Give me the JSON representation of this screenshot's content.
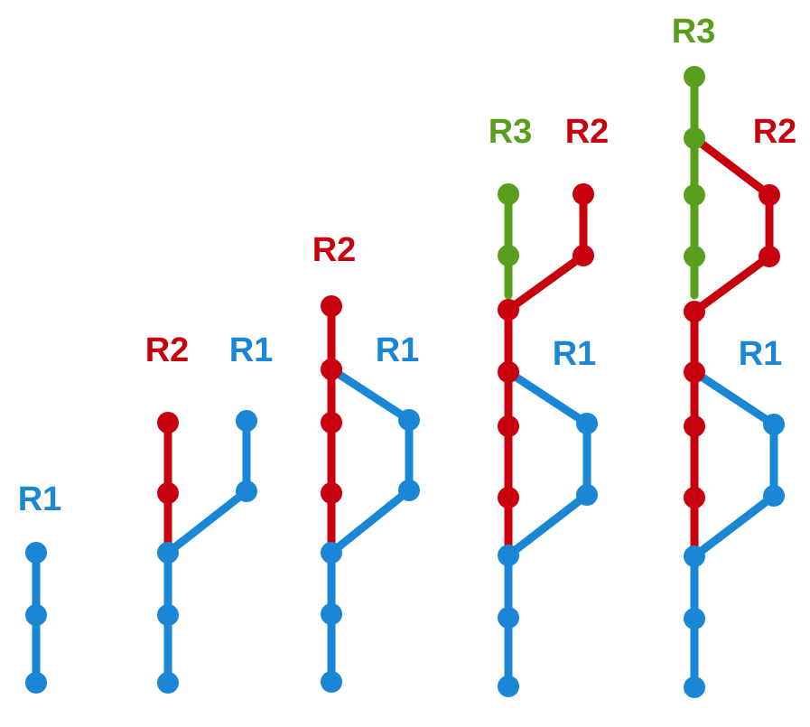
{
  "colors": {
    "R1": "#1A86D6",
    "R2": "#C8000E",
    "R3": "#5A9E1E",
    "background": "#ffffff"
  },
  "stages": [
    {
      "labels": [
        "R1"
      ]
    },
    {
      "labels": [
        "R2",
        "R1"
      ]
    },
    {
      "labels": [
        "R2",
        "R1"
      ]
    },
    {
      "labels": [
        "R3",
        "R2",
        "R1"
      ]
    },
    {
      "labels": [
        "R3",
        "R2",
        "R1"
      ]
    }
  ]
}
